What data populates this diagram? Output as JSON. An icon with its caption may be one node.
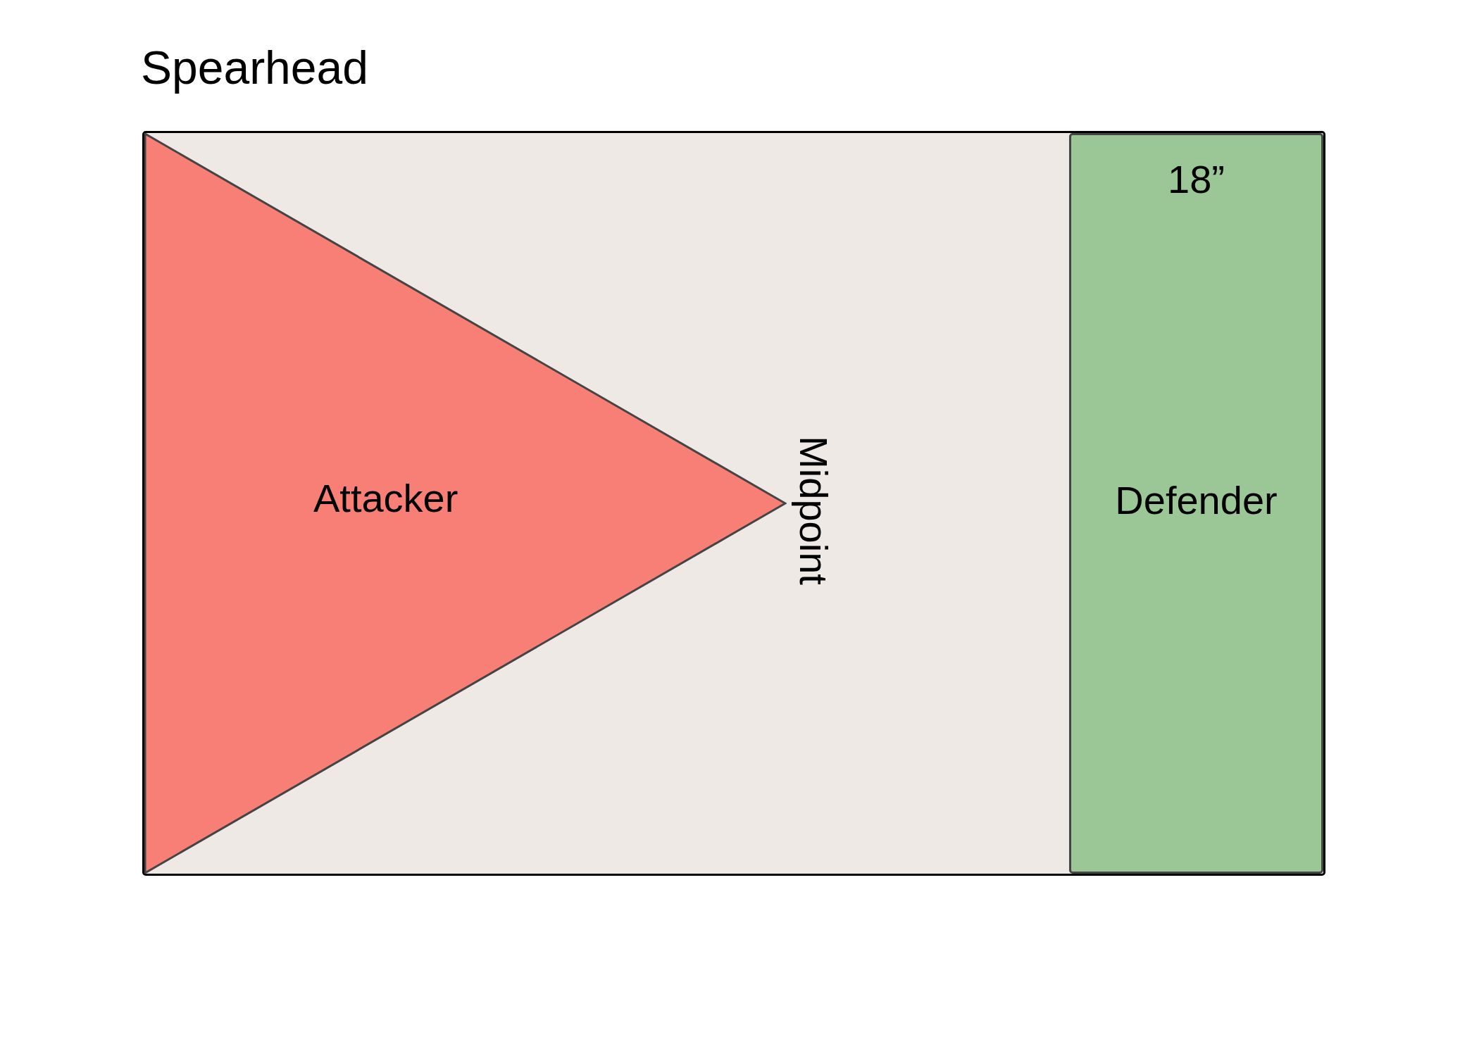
{
  "diagram": {
    "title": "Spearhead",
    "nodes": [
      {
        "text": [],
        "shape": "box"
      },
      {
        "text": [
          "Attacker"
        ],
        "in": 0
      },
      {
        "text": [
          "18”",
          "Defender"
        ],
        "in": 0
      }
    ],
    "labels": [
      "Midpoint"
    ]
  }
}
